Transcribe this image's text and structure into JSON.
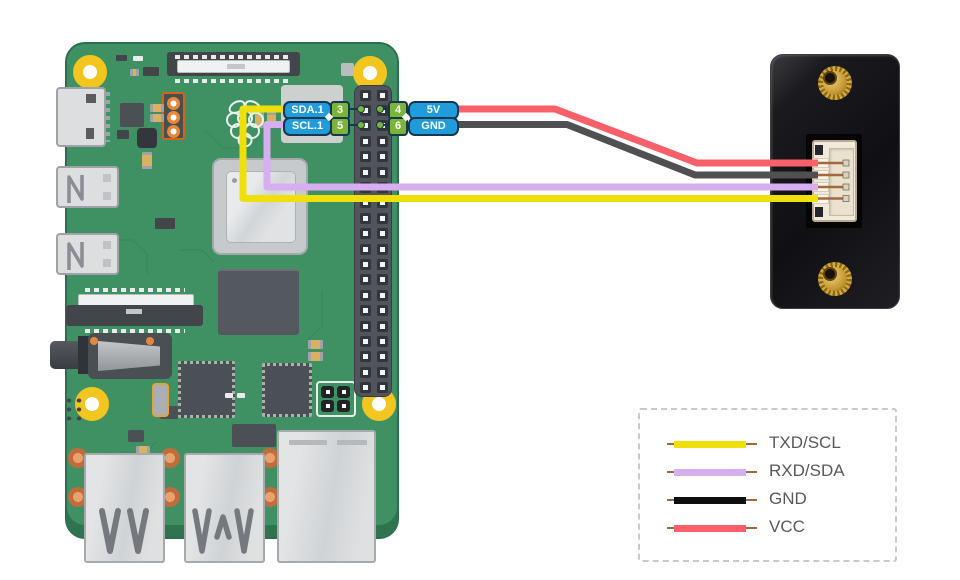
{
  "pi": {
    "sda_label": "SDA.1",
    "sda_pin": "3",
    "scl_label": "SCL.1",
    "scl_pin": "5",
    "v5_pin": "4",
    "v5_label": "5V",
    "gnd_pin": "6",
    "gnd_label": "GND"
  },
  "wires": [
    {
      "name": "vcc",
      "color": "#F9606A"
    },
    {
      "name": "gnd",
      "color": "#505052"
    },
    {
      "name": "rxd-sda",
      "color": "#D7AEF0"
    },
    {
      "name": "txd-scl",
      "color": "#EFE00C"
    }
  ],
  "legend": {
    "items": [
      {
        "label": "TXD/SCL",
        "color": "#EFE00C"
      },
      {
        "label": "RXD/SDA",
        "color": "#D7AEF0"
      },
      {
        "label": "GND",
        "color": "#0E0E0E"
      },
      {
        "label": "VCC",
        "color": "#F9606A"
      }
    ]
  },
  "colors": {
    "label_blue": "#1F9CD9",
    "label_green": "#7CB437",
    "label_border": "#16374F",
    "copper_pin": "#A3683E",
    "board_green": "#3F9164"
  }
}
